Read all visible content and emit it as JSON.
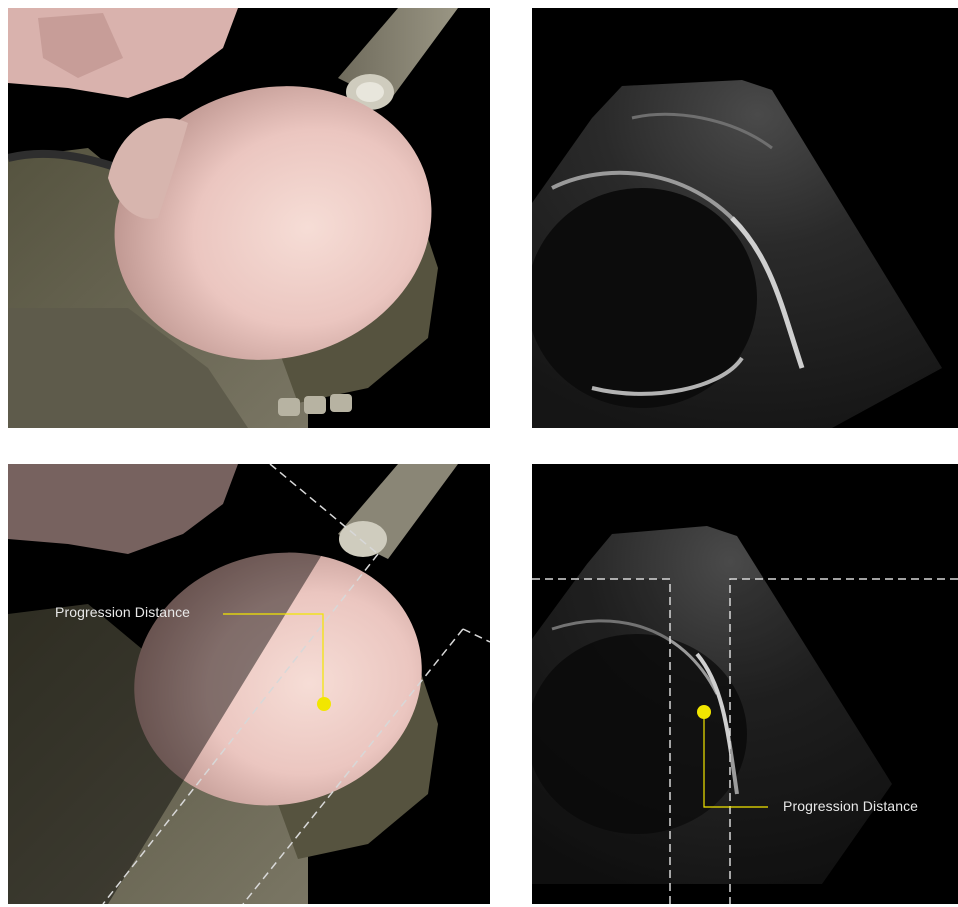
{
  "figure": {
    "labels": {
      "left_annotation": "Progression Distance",
      "right_annotation": "Progression Distance"
    },
    "colors": {
      "background": "#000000",
      "marker": "#f2e600",
      "guide_lines": "#d8d8d8",
      "fetal_head": "#e9c9c2",
      "pelvis": "#6a6656",
      "ultrasound_fan": "#1a1a1a"
    },
    "panels": [
      {
        "id": "top-left",
        "content": "3d-anatomy-render"
      },
      {
        "id": "top-right",
        "content": "ultrasound-image"
      },
      {
        "id": "bottom-left",
        "content": "3d-anatomy-render-with-guides"
      },
      {
        "id": "bottom-right",
        "content": "ultrasound-image-with-guides"
      }
    ]
  }
}
